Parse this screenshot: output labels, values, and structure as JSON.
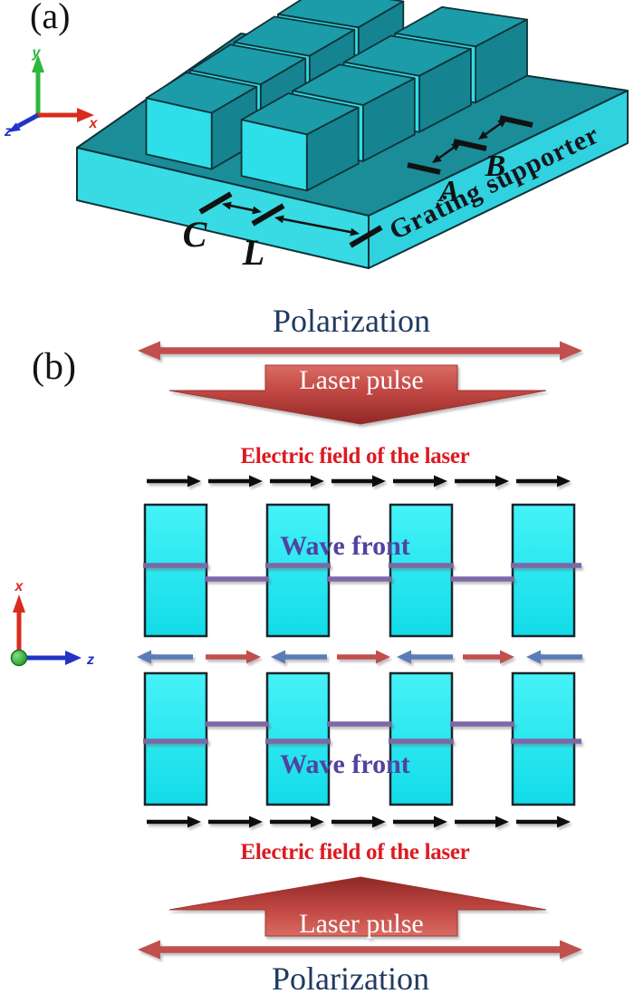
{
  "colors": {
    "cyan_fill_light": "#46F2F8",
    "cyan_fill_deep": "#12DCE8",
    "rect_border": "#16262E",
    "purple_line": "#7D68A6",
    "wavefront_text": "#5143A0",
    "navy_text": "#1F3A60",
    "red_text": "#DE1A21",
    "arrow_red": "#C0504D",
    "arrow_red_dark": "#8F2826",
    "arrow_red_light": "#D96B63",
    "arrow_blue": "#5B7CB8",
    "field_arrow_black": "#0D0D0D",
    "block_front": "#2EDEE8",
    "block_top": "#1C9CA8",
    "block_side": "#158490",
    "supporter_top": "#1A8D99",
    "supporter_front": "#38DBE3",
    "supporter_side": "#2FD2DE",
    "outline_dark": "#0F3238",
    "axis_red": "#D92C1E",
    "axis_green": "#2EB83C",
    "axis_blue": "#2233C8",
    "dim_black": "#111111",
    "supporter_text": "#15151D"
  },
  "panel_a": {
    "label": "(a)",
    "axis": {
      "x_label": "x",
      "y_label": "y",
      "z_label": "z"
    },
    "dimensions": {
      "gap_front": "C",
      "period": "L",
      "gap_right": "A",
      "width": "B"
    },
    "supporter_label": "Grating supporter",
    "block_grid": {
      "rows": 4,
      "columns": 2
    }
  },
  "panel_b": {
    "label": "(b)",
    "axis": {
      "x_label": "x",
      "z_label": "z"
    },
    "top": {
      "polarization": "Polarization",
      "laser_pulse": "Laser pulse",
      "electric_field": "Electric field of the laser",
      "wave_front": "Wave front"
    },
    "bottom": {
      "wave_front": "Wave front",
      "electric_field": "Electric field of the laser",
      "laser_pulse": "Laser pulse",
      "polarization": "Polarization"
    },
    "grating_bars_per_row": 4,
    "field_arrows_per_row": 7,
    "middle_arrow_directions": [
      "left",
      "right",
      "left",
      "right",
      "left",
      "right",
      "left"
    ]
  }
}
